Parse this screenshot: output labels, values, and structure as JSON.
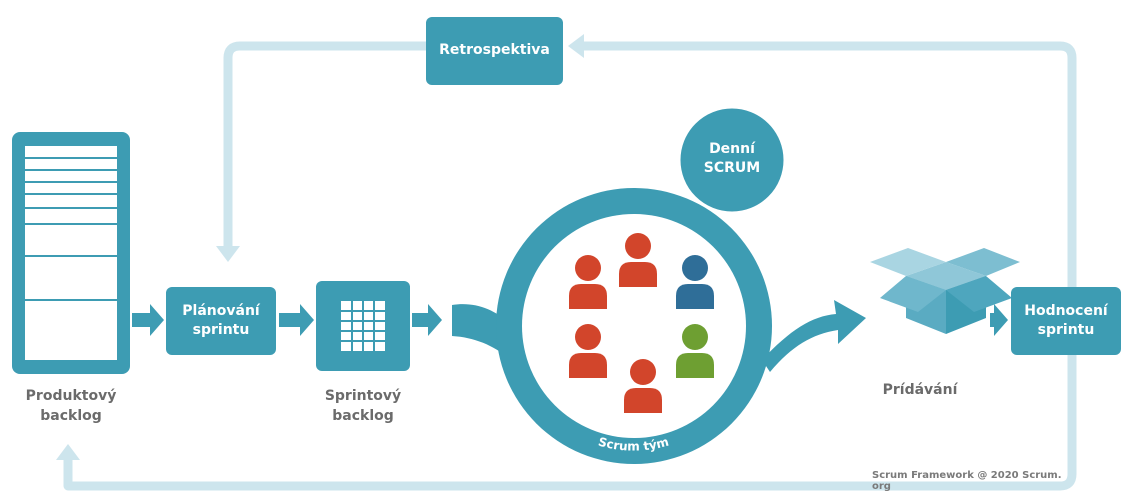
{
  "colors": {
    "teal": "#3d9cb3",
    "teal_dark": "#2b7f95",
    "teal_light": "#c9e4ec",
    "person_red": "#d2452b",
    "person_blue": "#2f6e98",
    "person_green": "#6e9f32",
    "caption_gray": "#6b6b6b"
  },
  "boxes": {
    "retrospective": "Retrospektiva",
    "sprint_planning": [
      "Plánování",
      "sprintu"
    ],
    "sprint_review": [
      "Hodnocení",
      "sprintu"
    ],
    "daily_scrum": [
      "Denní",
      "SCRUM"
    ]
  },
  "captions": {
    "product_backlog": [
      "Produktový",
      "backlog"
    ],
    "sprint_backlog": [
      "Sprintový",
      "backlog"
    ],
    "increment": "Prídávání",
    "scrum_team": "Scrum tým"
  },
  "credit": "Scrum Framework @ 2020 Scrum. org",
  "icons": [
    "product-backlog-icon",
    "sprint-backlog-grid-icon",
    "scrum-team-icon",
    "increment-box-icon"
  ]
}
